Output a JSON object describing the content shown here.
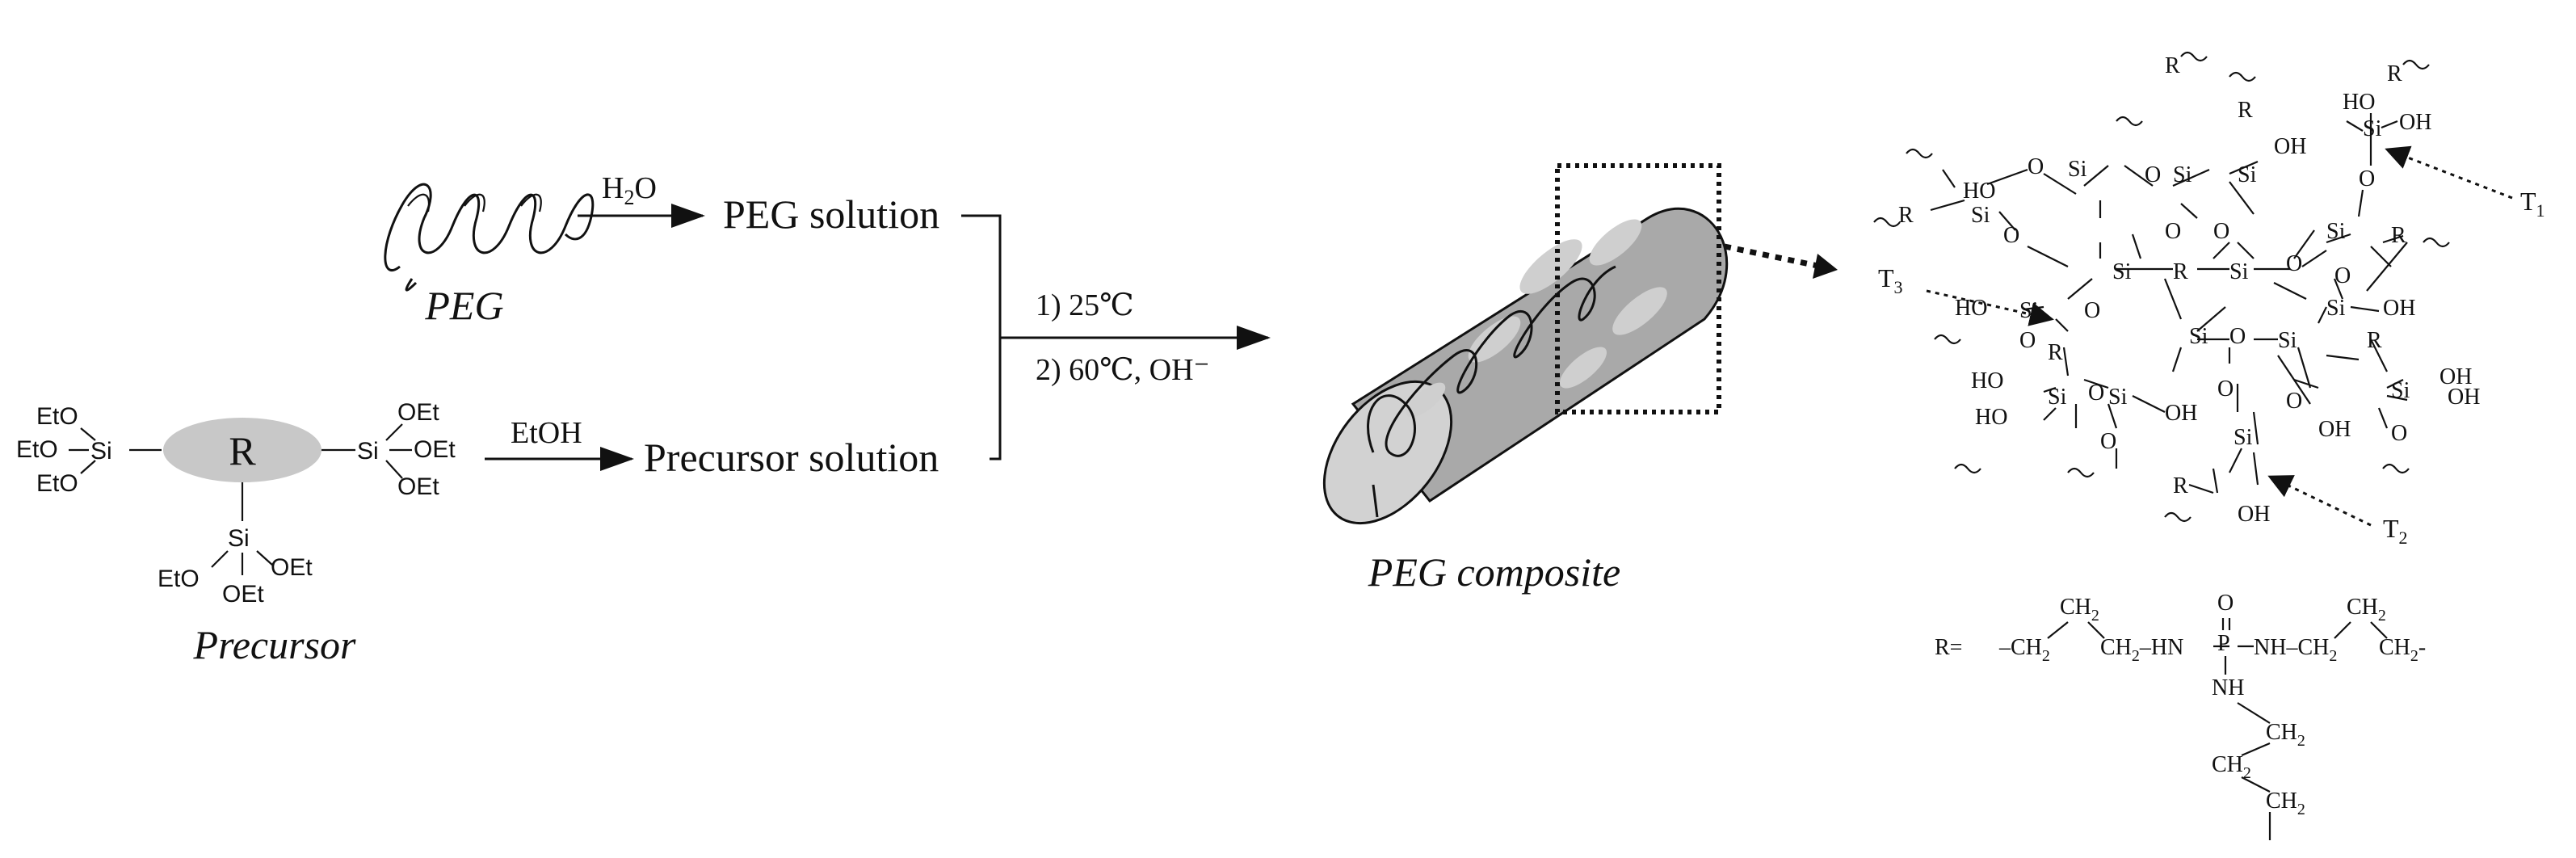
{
  "labels": {
    "peg": "PEG",
    "water": "H2O",
    "peg_solution": "PEG solution",
    "precursor": "Precursor",
    "ethanol": "EtOH",
    "precursor_solution": "Precursor solution",
    "step1": "1) 25℃",
    "step2": "2) 60℃, OH⁻",
    "composite": "PEG composite",
    "r_core": "R"
  },
  "precursor_groups": {
    "left": [
      "EtO",
      "EtO",
      "EtO"
    ],
    "right": [
      "OEt",
      "OEt",
      "OEt"
    ],
    "bottom": [
      "EtO",
      "OEt",
      "OEt"
    ],
    "si": "Si"
  },
  "network": {
    "sites": [
      "T1",
      "T2",
      "T3"
    ],
    "atoms": {
      "si": "Si",
      "o": "O",
      "oh": "OH",
      "ho": "HO",
      "r": "R"
    }
  },
  "r_definition": {
    "prefix": "R=",
    "segments": [
      "CH2",
      "CH2",
      "HN",
      "P",
      "NH",
      "CH2",
      "CH2",
      "NH",
      "CH2",
      "CH2",
      "CH2",
      "O"
    ]
  },
  "colors": {
    "ink": "#111111",
    "cylinder_body": "#a9a9a9",
    "cylinder_end": "#d2d2d2",
    "bubble": "#cfcfcf",
    "r_oval": "#c8c8c8"
  }
}
